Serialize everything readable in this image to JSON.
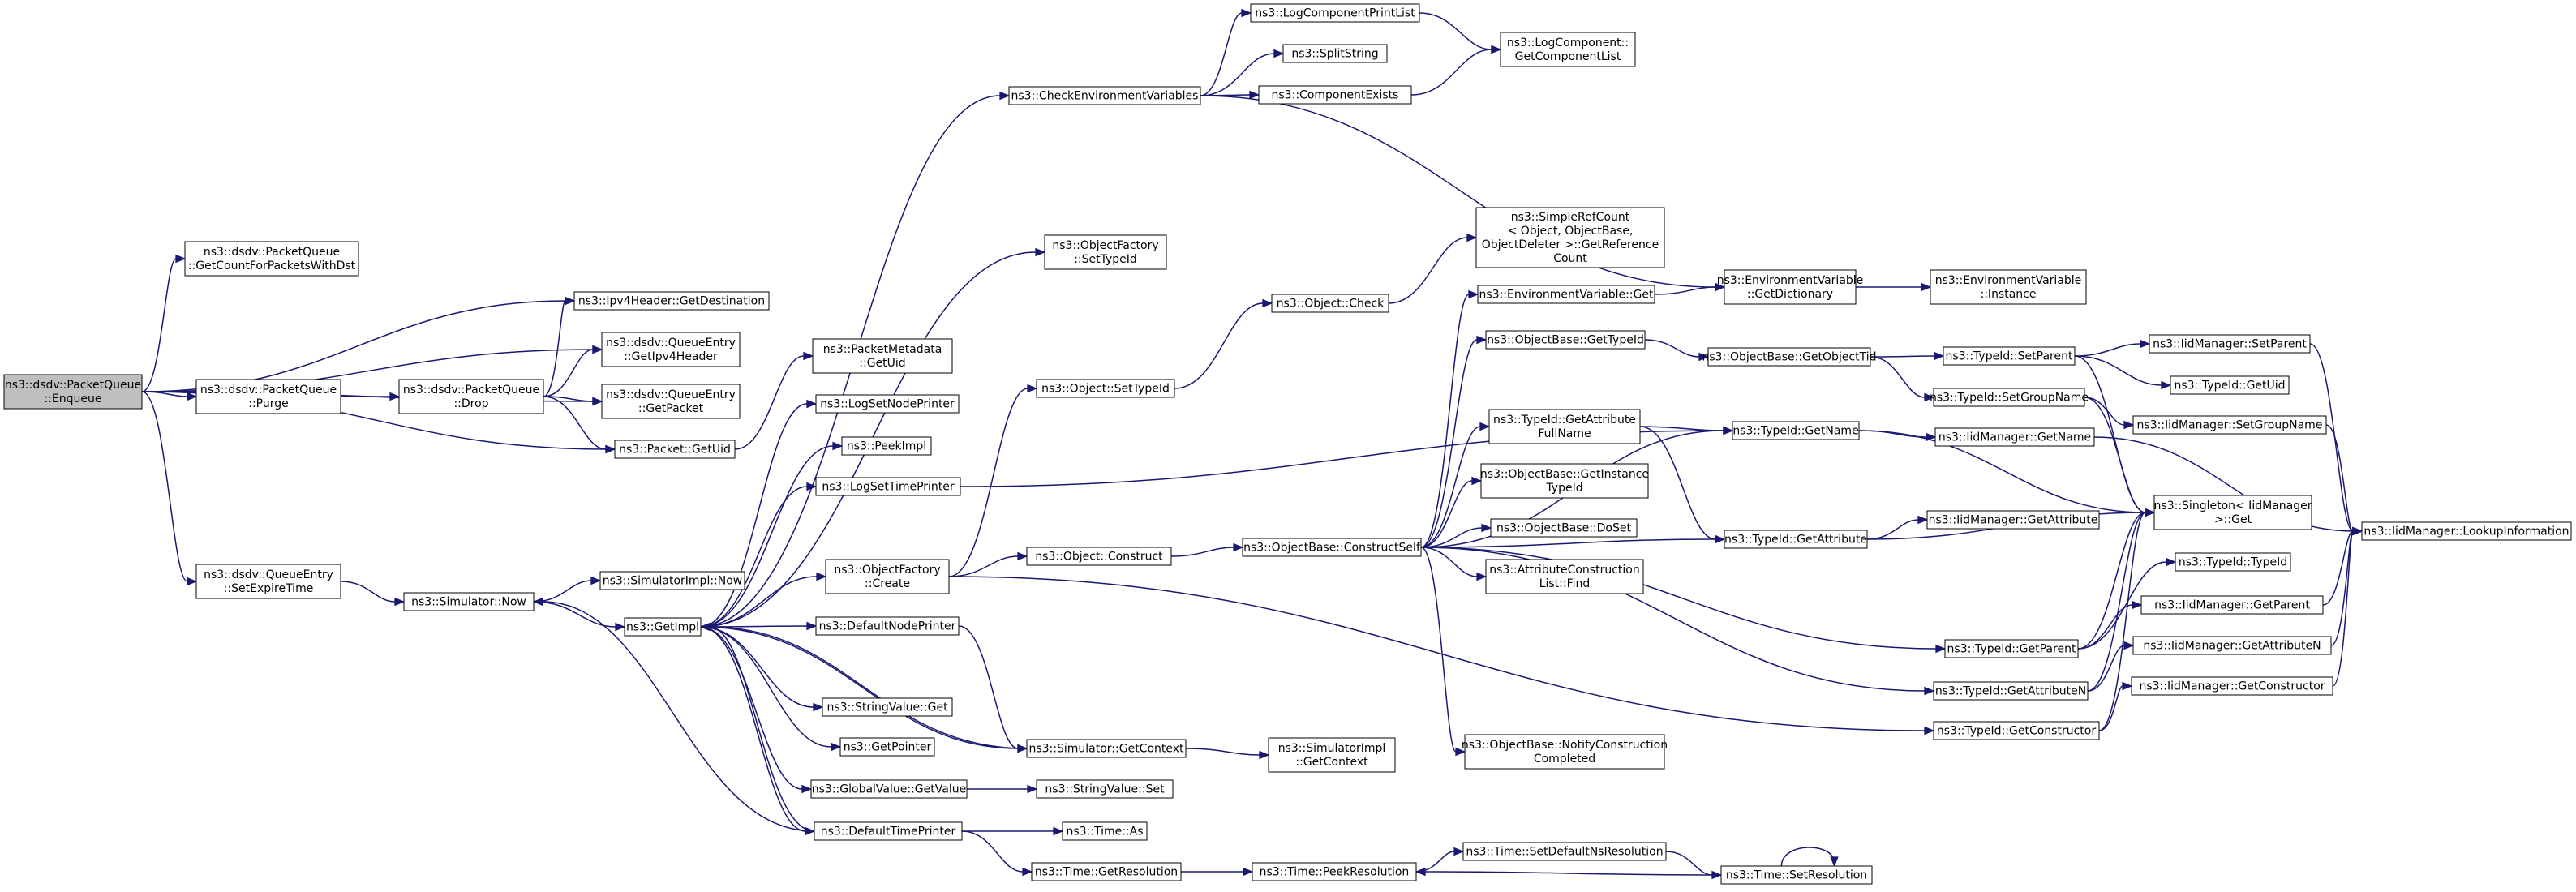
{
  "graph": {
    "nodes": [
      {
        "id": "enqueue",
        "lines": [
          "ns3::dsdv::PacketQueue",
          "::Enqueue"
        ],
        "root": true
      },
      {
        "id": "getcount",
        "lines": [
          "ns3::dsdv::PacketQueue",
          "::GetCountForPacketsWithDst"
        ]
      },
      {
        "id": "purge",
        "lines": [
          "ns3::dsdv::PacketQueue",
          "::Purge"
        ]
      },
      {
        "id": "setexpire",
        "lines": [
          "ns3::dsdv::QueueEntry",
          "::SetExpireTime"
        ]
      },
      {
        "id": "ipv4dest",
        "lines": [
          "ns3::Ipv4Header::GetDestination"
        ]
      },
      {
        "id": "getipv4header",
        "lines": [
          "ns3::dsdv::QueueEntry",
          "::GetIpv4Header"
        ]
      },
      {
        "id": "getpacket",
        "lines": [
          "ns3::dsdv::QueueEntry",
          "::GetPacket"
        ]
      },
      {
        "id": "drop",
        "lines": [
          "ns3::dsdv::PacketQueue",
          "::Drop"
        ]
      },
      {
        "id": "packetuid",
        "lines": [
          "ns3::Packet::GetUid"
        ]
      },
      {
        "id": "metauid",
        "lines": [
          "ns3::PacketMetadata",
          "::GetUid"
        ]
      },
      {
        "id": "simnow",
        "lines": [
          "ns3::Simulator::Now"
        ]
      },
      {
        "id": "simimplnow",
        "lines": [
          "ns3::SimulatorImpl::Now"
        ]
      },
      {
        "id": "getimpl",
        "lines": [
          "ns3::GetImpl"
        ]
      },
      {
        "id": "lognode",
        "lines": [
          "ns3::LogSetNodePrinter"
        ]
      },
      {
        "id": "peekimpl",
        "lines": [
          "ns3::PeekImpl"
        ]
      },
      {
        "id": "logtime",
        "lines": [
          "ns3::LogSetTimePrinter"
        ]
      },
      {
        "id": "ofcreate",
        "lines": [
          "ns3::ObjectFactory",
          "::Create"
        ]
      },
      {
        "id": "defnode",
        "lines": [
          "ns3::DefaultNodePrinter"
        ]
      },
      {
        "id": "svget",
        "lines": [
          "ns3::StringValue::Get"
        ]
      },
      {
        "id": "getpointer",
        "lines": [
          "ns3::GetPointer"
        ]
      },
      {
        "id": "gvget",
        "lines": [
          "ns3::GlobalValue::GetValue"
        ]
      },
      {
        "id": "deftime",
        "lines": [
          "ns3::DefaultTimePrinter"
        ]
      },
      {
        "id": "checkenv",
        "lines": [
          "ns3::CheckEnvironmentVariables"
        ]
      },
      {
        "id": "logprintlist",
        "lines": [
          "ns3::LogComponentPrintList"
        ]
      },
      {
        "id": "splitstring",
        "lines": [
          "ns3::SplitString"
        ]
      },
      {
        "id": "compexists",
        "lines": [
          "ns3::ComponentExists"
        ]
      },
      {
        "id": "getcomplist",
        "lines": [
          "ns3::LogComponent::",
          "GetComponentList"
        ]
      },
      {
        "id": "ofsettypeid",
        "lines": [
          "ns3::ObjectFactory",
          "::SetTypeId"
        ]
      },
      {
        "id": "objsettypeid",
        "lines": [
          "ns3::Object::SetTypeId"
        ]
      },
      {
        "id": "objconstruct",
        "lines": [
          "ns3::Object::Construct"
        ]
      },
      {
        "id": "simgetctx",
        "lines": [
          "ns3::Simulator::GetContext"
        ]
      },
      {
        "id": "simimplctx",
        "lines": [
          "ns3::SimulatorImpl",
          "::GetContext"
        ]
      },
      {
        "id": "svset",
        "lines": [
          "ns3::StringValue::Set"
        ]
      },
      {
        "id": "timeas",
        "lines": [
          "ns3::Time::As"
        ]
      },
      {
        "id": "timegetres",
        "lines": [
          "ns3::Time::GetResolution"
        ]
      },
      {
        "id": "objcheck",
        "lines": [
          "ns3::Object::Check"
        ]
      },
      {
        "id": "refcount",
        "lines": [
          "ns3::SimpleRefCount",
          "< Object, ObjectBase,",
          "ObjectDeleter >::GetReference",
          "Count"
        ]
      },
      {
        "id": "constructself",
        "lines": [
          "ns3::ObjectBase::ConstructSelf"
        ]
      },
      {
        "id": "envget",
        "lines": [
          "ns3::EnvironmentVariable::Get"
        ]
      },
      {
        "id": "obgettypeid",
        "lines": [
          "ns3::ObjectBase::GetTypeId"
        ]
      },
      {
        "id": "tidattrfullname",
        "lines": [
          "ns3::TypeId::GetAttribute",
          "FullName"
        ]
      },
      {
        "id": "obgetinst",
        "lines": [
          "ns3::ObjectBase::GetInstance",
          "TypeId"
        ]
      },
      {
        "id": "obdoset",
        "lines": [
          "ns3::ObjectBase::DoSet"
        ]
      },
      {
        "id": "attrfind",
        "lines": [
          "ns3::AttributeConstruction",
          "List::Find"
        ]
      },
      {
        "id": "obnotify",
        "lines": [
          "ns3::ObjectBase::NotifyConstruction",
          "Completed"
        ]
      },
      {
        "id": "timepeekres",
        "lines": [
          "ns3::Time::PeekResolution"
        ]
      },
      {
        "id": "envdict",
        "lines": [
          "ns3::EnvironmentVariable",
          "::GetDictionary"
        ]
      },
      {
        "id": "envinstance",
        "lines": [
          "ns3::EnvironmentVariable",
          "::Instance"
        ]
      },
      {
        "id": "obgetobjtid",
        "lines": [
          "ns3::ObjectBase::GetObjectTid"
        ]
      },
      {
        "id": "tidgetname",
        "lines": [
          "ns3::TypeId::GetName"
        ]
      },
      {
        "id": "tidgetattr",
        "lines": [
          "ns3::TypeId::GetAttribute"
        ]
      },
      {
        "id": "timesetdefns",
        "lines": [
          "ns3::Time::SetDefaultNsResolution"
        ]
      },
      {
        "id": "timesetres",
        "lines": [
          "ns3::Time::SetResolution"
        ]
      },
      {
        "id": "tidsetparent",
        "lines": [
          "ns3::TypeId::SetParent"
        ]
      },
      {
        "id": "tidsetgroup",
        "lines": [
          "ns3::TypeId::SetGroupName"
        ]
      },
      {
        "id": "iidgetname",
        "lines": [
          "ns3::IidManager::GetName"
        ]
      },
      {
        "id": "iidgetattr",
        "lines": [
          "ns3::IidManager::GetAttribute"
        ]
      },
      {
        "id": "tidgetparent",
        "lines": [
          "ns3::TypeId::GetParent"
        ]
      },
      {
        "id": "tidgetattrn",
        "lines": [
          "ns3::TypeId::GetAttributeN"
        ]
      },
      {
        "id": "tidgetctor",
        "lines": [
          "ns3::TypeId::GetConstructor"
        ]
      },
      {
        "id": "iidsetparent",
        "lines": [
          "ns3::IidManager::SetParent"
        ]
      },
      {
        "id": "tidgetuid",
        "lines": [
          "ns3::TypeId::GetUid"
        ]
      },
      {
        "id": "iidsetgroup",
        "lines": [
          "ns3::IidManager::SetGroupName"
        ]
      },
      {
        "id": "singletonget",
        "lines": [
          "ns3::Singleton< IidManager",
          ">::Get"
        ]
      },
      {
        "id": "tidtypeid",
        "lines": [
          "ns3::TypeId::TypeId"
        ]
      },
      {
        "id": "iidgetparent",
        "lines": [
          "ns3::IidManager::GetParent"
        ]
      },
      {
        "id": "iidgetattrn",
        "lines": [
          "ns3::IidManager::GetAttributeN"
        ]
      },
      {
        "id": "iidgetctor",
        "lines": [
          "ns3::IidManager::GetConstructor"
        ]
      },
      {
        "id": "iidlookup",
        "lines": [
          "ns3::IidManager::LookupInformation"
        ]
      }
    ],
    "edges": [
      [
        "enqueue",
        "getcount"
      ],
      [
        "enqueue",
        "ipv4dest"
      ],
      [
        "enqueue",
        "getipv4header"
      ],
      [
        "enqueue",
        "purge"
      ],
      [
        "enqueue",
        "getpacket"
      ],
      [
        "enqueue",
        "packetuid"
      ],
      [
        "enqueue",
        "setexpire"
      ],
      [
        "purge",
        "drop"
      ],
      [
        "drop",
        "ipv4dest"
      ],
      [
        "drop",
        "getipv4header"
      ],
      [
        "drop",
        "getpacket"
      ],
      [
        "drop",
        "packetuid"
      ],
      [
        "packetuid",
        "metauid"
      ],
      [
        "setexpire",
        "simnow"
      ],
      [
        "simnow",
        "simimplnow"
      ],
      [
        "simnow",
        "getimpl"
      ],
      [
        "getimpl",
        "lognode"
      ],
      [
        "getimpl",
        "peekimpl"
      ],
      [
        "getimpl",
        "logtime"
      ],
      [
        "getimpl",
        "ofcreate"
      ],
      [
        "getimpl",
        "defnode"
      ],
      [
        "getimpl",
        "svget"
      ],
      [
        "getimpl",
        "getpointer"
      ],
      [
        "getimpl",
        "gvget"
      ],
      [
        "getimpl",
        "deftime"
      ],
      [
        "getimpl",
        "checkenv"
      ],
      [
        "getimpl",
        "ofsettypeid"
      ],
      [
        "getimpl",
        "simgetctx"
      ],
      [
        "deftime",
        "simnow"
      ],
      [
        "deftime",
        "timeas"
      ],
      [
        "deftime",
        "timegetres"
      ],
      [
        "deftime",
        "getimpl"
      ],
      [
        "logtime",
        "tidgetname"
      ],
      [
        "defnode",
        "simgetctx"
      ],
      [
        "simgetctx",
        "getimpl"
      ],
      [
        "simgetctx",
        "simimplctx"
      ],
      [
        "gvget",
        "svset"
      ],
      [
        "checkenv",
        "logprintlist"
      ],
      [
        "checkenv",
        "splitstring"
      ],
      [
        "checkenv",
        "compexists"
      ],
      [
        "checkenv",
        "envdict"
      ],
      [
        "logprintlist",
        "getcomplist"
      ],
      [
        "compexists",
        "getcomplist"
      ],
      [
        "ofcreate",
        "objsettypeid"
      ],
      [
        "ofcreate",
        "objconstruct"
      ],
      [
        "ofcreate",
        "tidgetctor"
      ],
      [
        "objsettypeid",
        "objcheck"
      ],
      [
        "objcheck",
        "refcount"
      ],
      [
        "objconstruct",
        "constructself"
      ],
      [
        "constructself",
        "envget"
      ],
      [
        "constructself",
        "obgettypeid"
      ],
      [
        "constructself",
        "tidgetname"
      ],
      [
        "constructself",
        "tidattrfullname"
      ],
      [
        "constructself",
        "obgetinst"
      ],
      [
        "constructself",
        "obdoset"
      ],
      [
        "constructself",
        "attrfind"
      ],
      [
        "constructself",
        "tidgetattr"
      ],
      [
        "constructself",
        "tidgetparent"
      ],
      [
        "constructself",
        "tidgetattrn"
      ],
      [
        "constructself",
        "obnotify"
      ],
      [
        "envget",
        "envdict"
      ],
      [
        "envdict",
        "envinstance"
      ],
      [
        "obgettypeid",
        "obgetobjtid"
      ],
      [
        "obgetobjtid",
        "tidsetparent"
      ],
      [
        "obgetobjtid",
        "tidsetgroup"
      ],
      [
        "tidattrfullname",
        "tidgetname"
      ],
      [
        "tidattrfullname",
        "tidgetattr"
      ],
      [
        "tidgetname",
        "iidgetname"
      ],
      [
        "tidgetname",
        "singletonget"
      ],
      [
        "tidgetattr",
        "iidgetattr"
      ],
      [
        "tidgetattr",
        "singletonget"
      ],
      [
        "tidsetparent",
        "iidsetparent"
      ],
      [
        "tidsetparent",
        "tidgetuid"
      ],
      [
        "tidsetparent",
        "singletonget"
      ],
      [
        "tidsetgroup",
        "iidsetgroup"
      ],
      [
        "tidsetgroup",
        "singletonget"
      ],
      [
        "tidgetparent",
        "tidtypeid"
      ],
      [
        "tidgetparent",
        "iidgetparent"
      ],
      [
        "tidgetparent",
        "singletonget"
      ],
      [
        "tidgetattrn",
        "iidgetattrn"
      ],
      [
        "tidgetattrn",
        "singletonget"
      ],
      [
        "tidgetctor",
        "iidgetctor"
      ],
      [
        "tidgetctor",
        "singletonget"
      ],
      [
        "iidsetparent",
        "iidlookup"
      ],
      [
        "iidsetgroup",
        "iidlookup"
      ],
      [
        "iidgetname",
        "iidlookup"
      ],
      [
        "iidgetparent",
        "iidlookup"
      ],
      [
        "iidgetattrn",
        "iidlookup"
      ],
      [
        "iidgetctor",
        "iidlookup"
      ],
      [
        "timegetres",
        "timepeekres"
      ],
      [
        "timepeekres",
        "timesetdefns"
      ],
      [
        "timesetdefns",
        "timesetres"
      ],
      [
        "timesetres",
        "timepeekres"
      ],
      [
        "timesetres",
        "timesetres"
      ]
    ]
  }
}
